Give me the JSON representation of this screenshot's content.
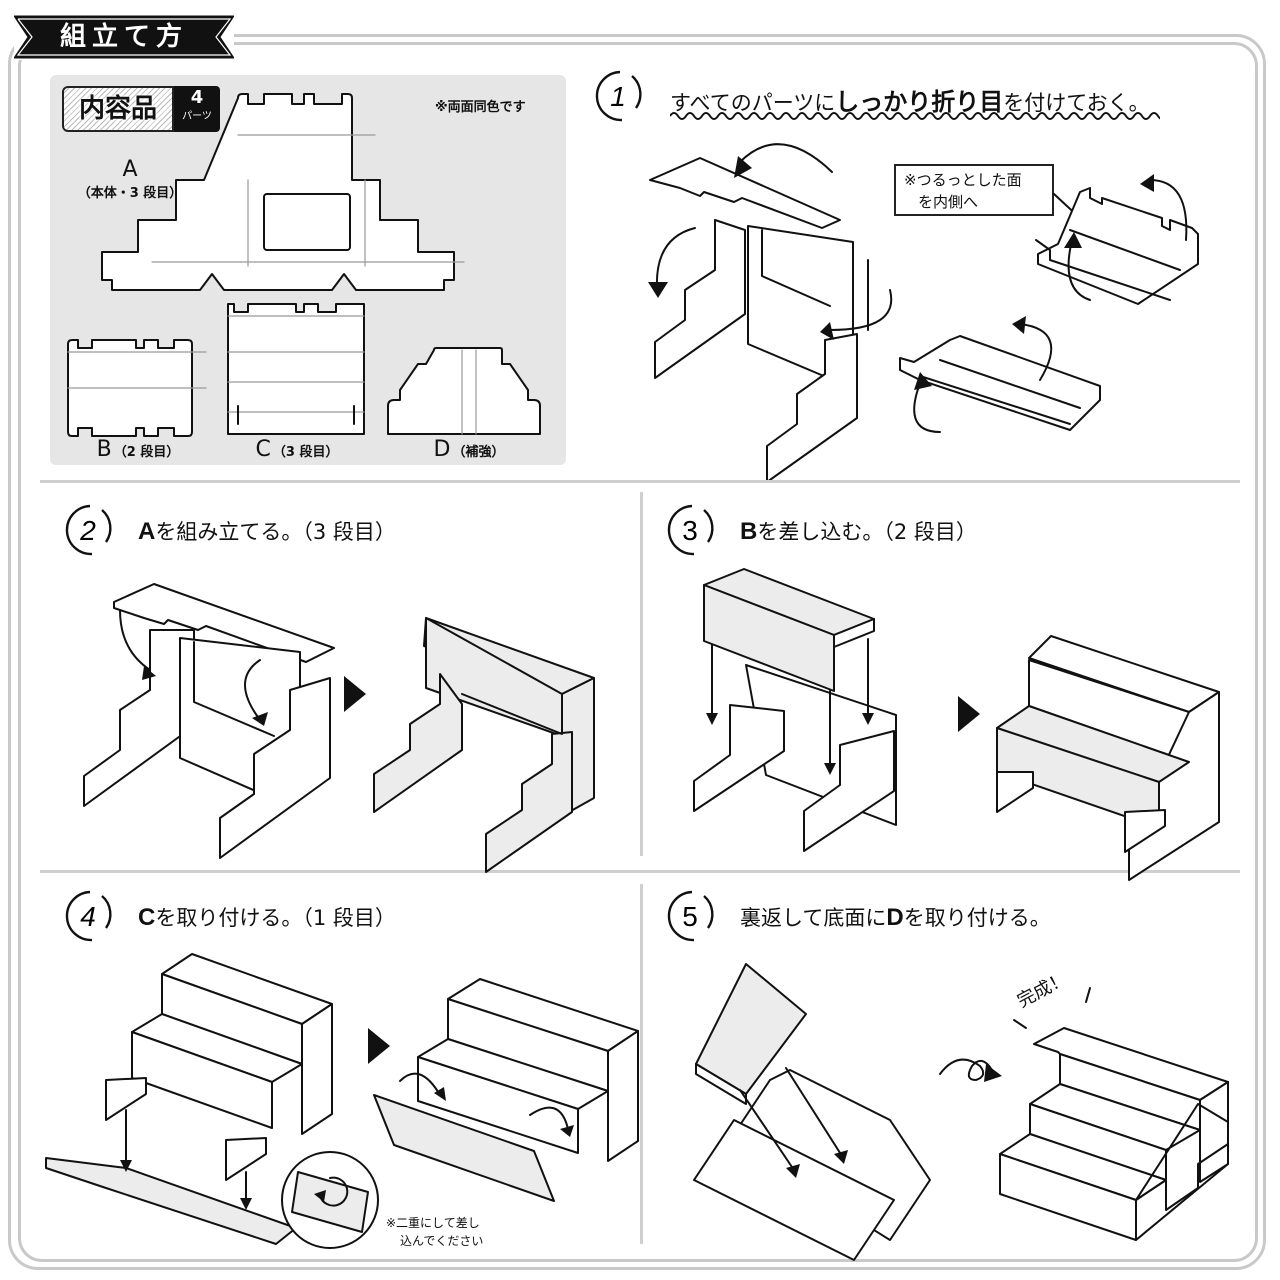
{
  "header": {
    "title": "組立て方"
  },
  "contents": {
    "label": "内容品",
    "count": "4",
    "count_unit": "パーツ",
    "note": "※両面同色です",
    "parts": [
      {
        "letter": "A",
        "desc": "（本体・3 段目）"
      },
      {
        "letter": "B",
        "desc": "（2 段目）"
      },
      {
        "letter": "C",
        "desc": "（3 段目）"
      },
      {
        "letter": "D",
        "desc": "（補強）"
      }
    ]
  },
  "steps": [
    {
      "number": "1",
      "text_pre": "すべてのパーツに",
      "text_bold": "しっかり折り目",
      "text_post": "を付けておく。",
      "note_lines": [
        "※つるっとした面",
        "を内側へ"
      ]
    },
    {
      "number": "2",
      "letter": "A",
      "text": "を組み立てる。（3 段目）"
    },
    {
      "number": "3",
      "letter": "B",
      "text": "を差し込む。（2 段目）"
    },
    {
      "number": "4",
      "letter": "C",
      "text": "を取り付ける。（1 段目）",
      "note_lines": [
        "※二重にして差し",
        "込んでください"
      ]
    },
    {
      "number": "5",
      "text_pre": "裏返して底面に",
      "letter": "D",
      "text": "を取り付ける。",
      "done_label": "完成！"
    }
  ],
  "colors": {
    "ink": "#111111",
    "panel_gray": "#e6e6e6",
    "frame_gray": "#c9c9c9",
    "shade": "#ececec"
  }
}
